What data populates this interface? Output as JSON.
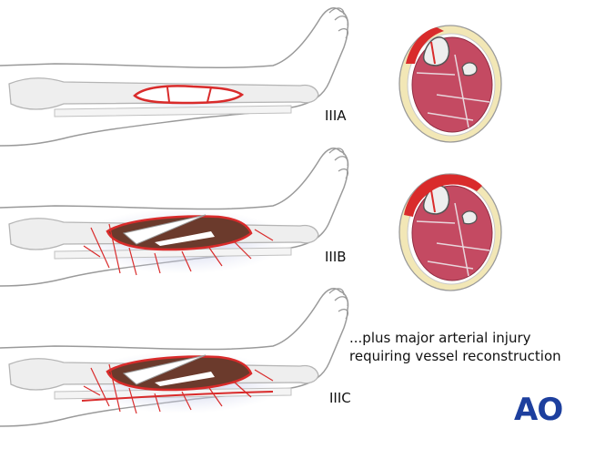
{
  "panels": [
    {
      "label": "IIIA"
    },
    {
      "label": "IIIB"
    },
    {
      "label": "IIIC"
    }
  ],
  "caption": {
    "line1": "...plus major arterial injury",
    "line2": "requiring vessel reconstruction"
  },
  "logo": {
    "text": "AO",
    "color": "#1d3f9e"
  },
  "colors": {
    "wound_outline": "#d92b2b",
    "bruise": "#c9cde8",
    "muscle": "#c44a62",
    "fat": "#f2e7b6",
    "bone": "#e9e9e9",
    "soft_tissue": "#6b3a2c"
  }
}
